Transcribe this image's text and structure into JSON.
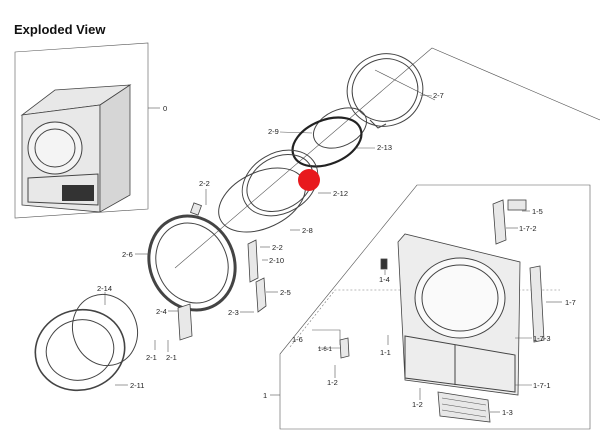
{
  "title": "Exploded View",
  "marker_color": "#e8191d",
  "labels": {
    "l0": "0",
    "l27": "2-7",
    "l29": "2-9",
    "l213": "2-13",
    "l212": "2-12",
    "l22a": "2-2",
    "l28": "2-8",
    "l26": "2-6",
    "l22b": "2-2",
    "l210": "2-10",
    "l25": "2-5",
    "l24": "2-4",
    "l23": "2-3",
    "l214": "2-14",
    "l21a": "2-1",
    "l21b": "2-1",
    "l211": "2-11",
    "l1": "1",
    "l15": "1-5",
    "l172": "1-7-2",
    "l17": "1-7",
    "l14": "1-4",
    "l16": "1-6",
    "l161": "1-6-1",
    "l11": "1-1",
    "l173": "1-7-3",
    "l12a": "1-2",
    "l171": "1-7-1",
    "l12b": "1-2",
    "l13": "1-3"
  }
}
